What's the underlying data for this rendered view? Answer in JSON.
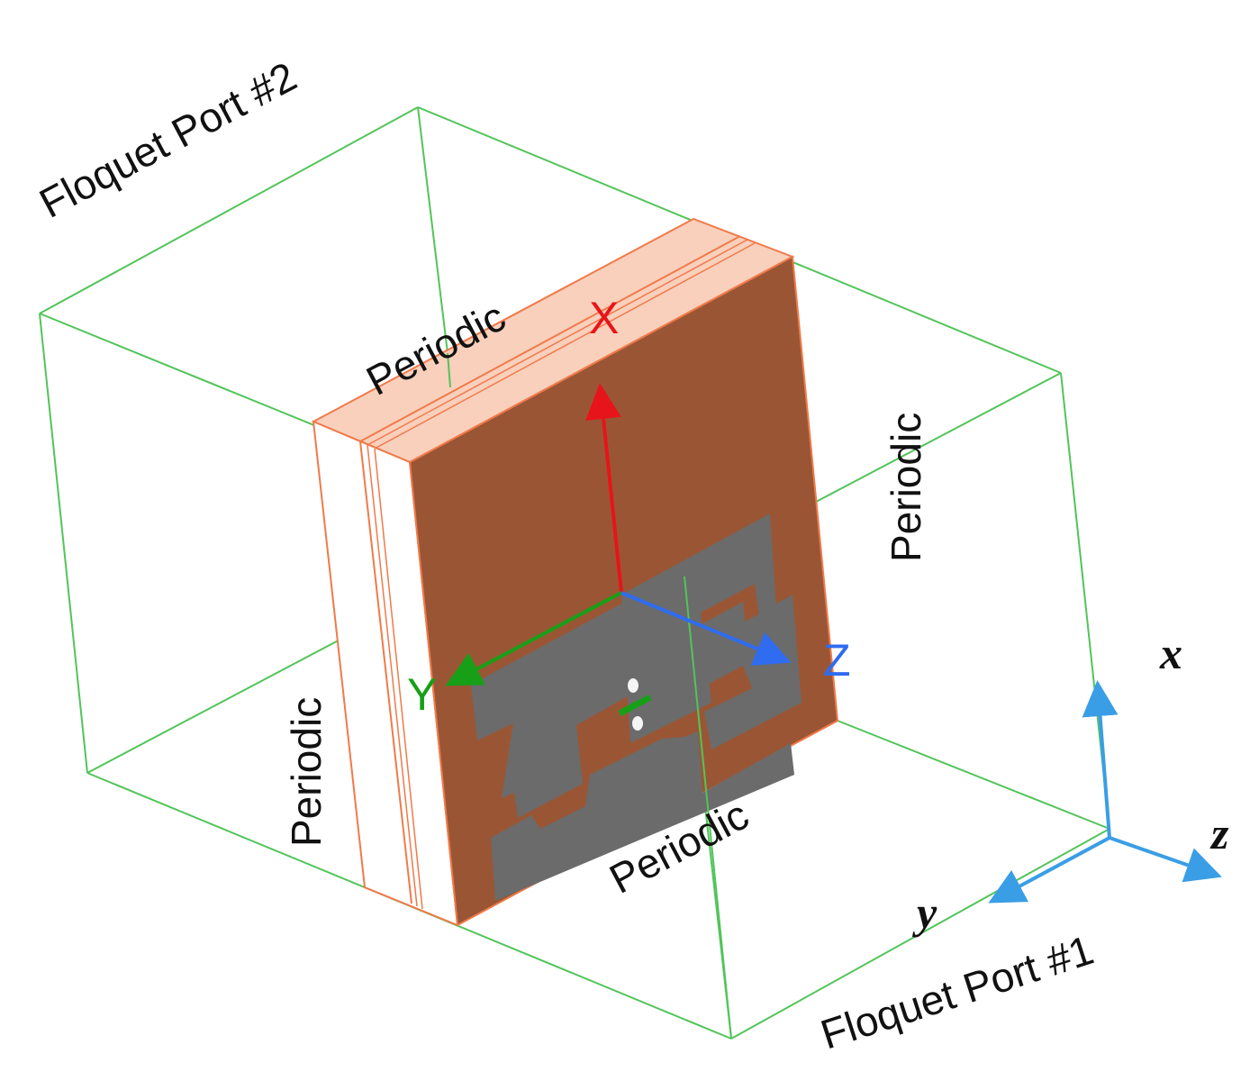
{
  "ports": {
    "port2": "Floquet Port #2",
    "port1": "Floquet Port #1"
  },
  "boundaries": {
    "top": "Periodic",
    "right": "Periodic",
    "left": "Periodic",
    "bottom": "Periodic"
  },
  "local_axes": {
    "x": "X",
    "y": "Y",
    "z": "Z",
    "x_color": "#e8141b",
    "y_color": "#17a017",
    "z_color": "#2f6cf0"
  },
  "global_axes": {
    "x": "x",
    "y": "y",
    "z": "z",
    "color": "#3a9ee6"
  },
  "colors": {
    "box_edge": "#52c45a",
    "copper": "#9a5634",
    "substrate_edge": "#f07a4a",
    "substrate_fill": "#f8d0bc",
    "metal_pattern": "#6b6b6b"
  }
}
